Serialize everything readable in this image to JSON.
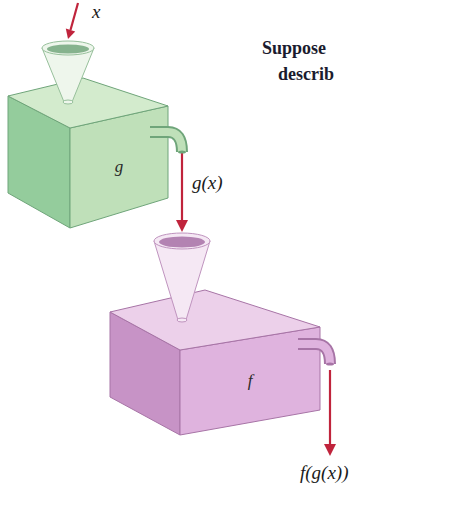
{
  "diagram": {
    "nodes": [
      {
        "text": [
          "g"
        ]
      },
      {
        "text": [
          "f"
        ]
      }
    ],
    "edges": [
      {
        "from": 0,
        "to": 1,
        "arrow": "to",
        "label": "g(x)"
      }
    ],
    "labels": [
      "x",
      "f(g(x))",
      "Suppose",
      "describ"
    ]
  }
}
